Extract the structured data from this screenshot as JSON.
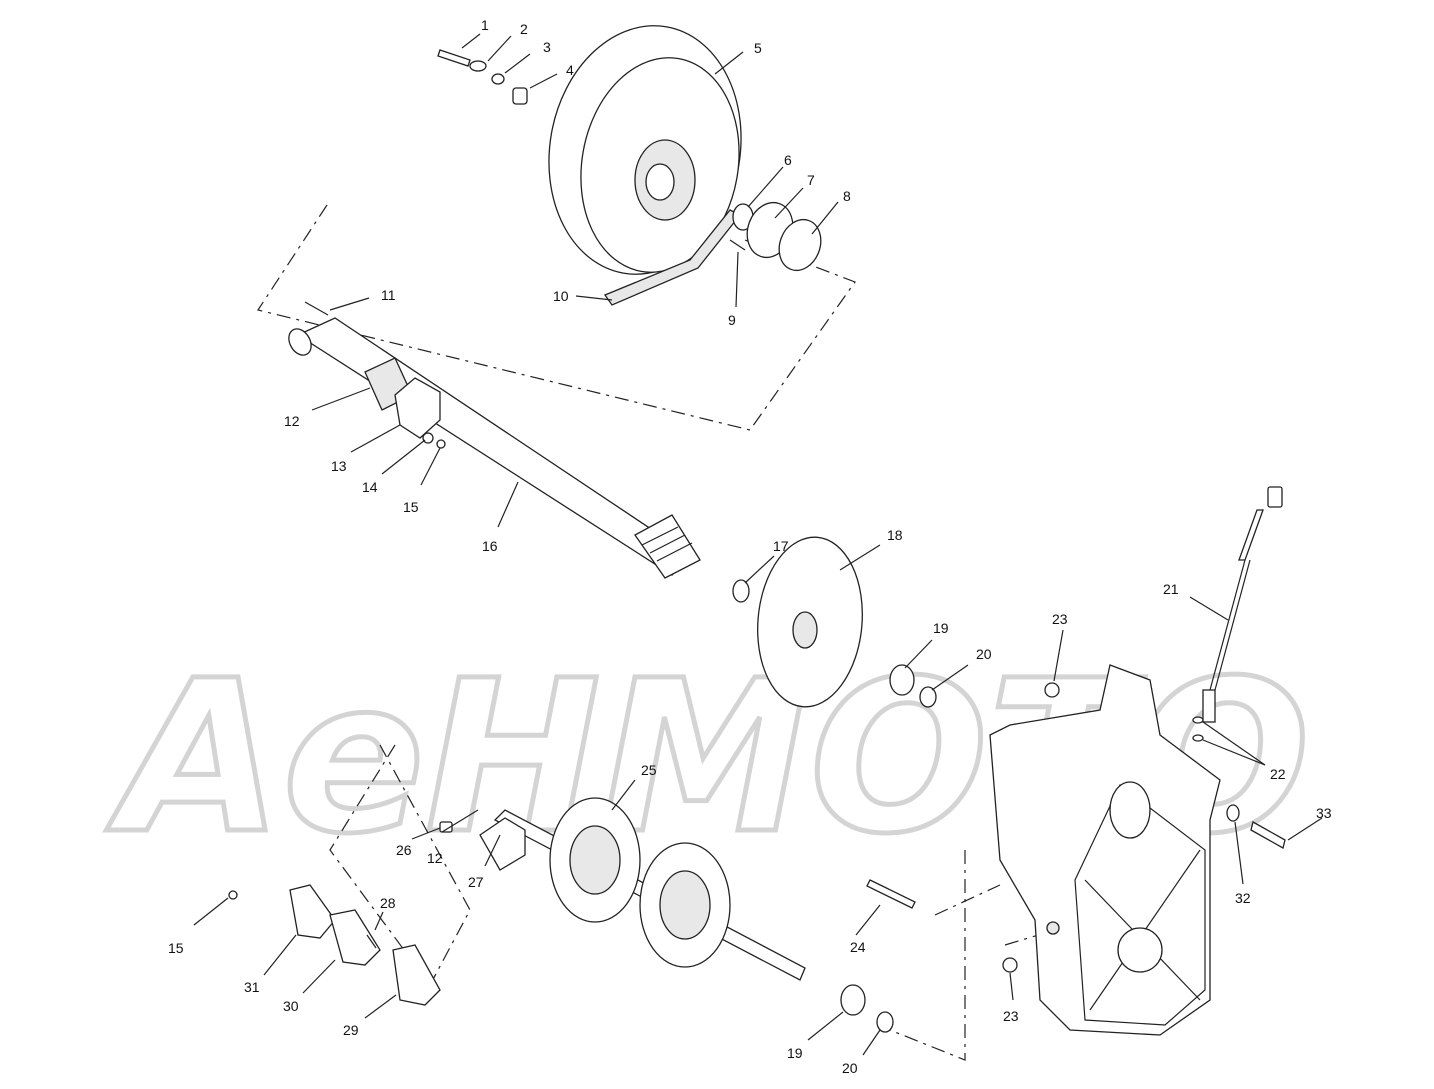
{
  "watermark": {
    "text": "AeHMOTO"
  },
  "callouts": [
    {
      "id": "c1",
      "text": "1"
    },
    {
      "id": "c2",
      "text": "2"
    },
    {
      "id": "c3",
      "text": "3"
    },
    {
      "id": "c4",
      "text": "4"
    },
    {
      "id": "c5",
      "text": "5"
    },
    {
      "id": "c6",
      "text": "6"
    },
    {
      "id": "c7",
      "text": "7"
    },
    {
      "id": "c8",
      "text": "8"
    },
    {
      "id": "c9",
      "text": "9"
    },
    {
      "id": "c10",
      "text": "10"
    },
    {
      "id": "c11",
      "text": "11"
    },
    {
      "id": "c12a",
      "text": "12"
    },
    {
      "id": "c13",
      "text": "13"
    },
    {
      "id": "c14",
      "text": "14"
    },
    {
      "id": "c15a",
      "text": "15"
    },
    {
      "id": "c16",
      "text": "16"
    },
    {
      "id": "c17",
      "text": "17"
    },
    {
      "id": "c18",
      "text": "18"
    },
    {
      "id": "c19a",
      "text": "19"
    },
    {
      "id": "c20a",
      "text": "20"
    },
    {
      "id": "c21",
      "text": "21"
    },
    {
      "id": "c22",
      "text": "22"
    },
    {
      "id": "c23a",
      "text": "23"
    },
    {
      "id": "c25",
      "text": "25"
    },
    {
      "id": "c26",
      "text": "26"
    },
    {
      "id": "c12b",
      "text": "12"
    },
    {
      "id": "c27",
      "text": "27"
    },
    {
      "id": "c33",
      "text": "33"
    },
    {
      "id": "c32",
      "text": "32"
    },
    {
      "id": "c24",
      "text": "24"
    },
    {
      "id": "c15b",
      "text": "15"
    },
    {
      "id": "c28",
      "text": "28"
    },
    {
      "id": "c31",
      "text": "31"
    },
    {
      "id": "c30",
      "text": "30"
    },
    {
      "id": "c29",
      "text": "29"
    },
    {
      "id": "c23b",
      "text": "23"
    },
    {
      "id": "c19b",
      "text": "19"
    },
    {
      "id": "c20b",
      "text": "20"
    }
  ]
}
